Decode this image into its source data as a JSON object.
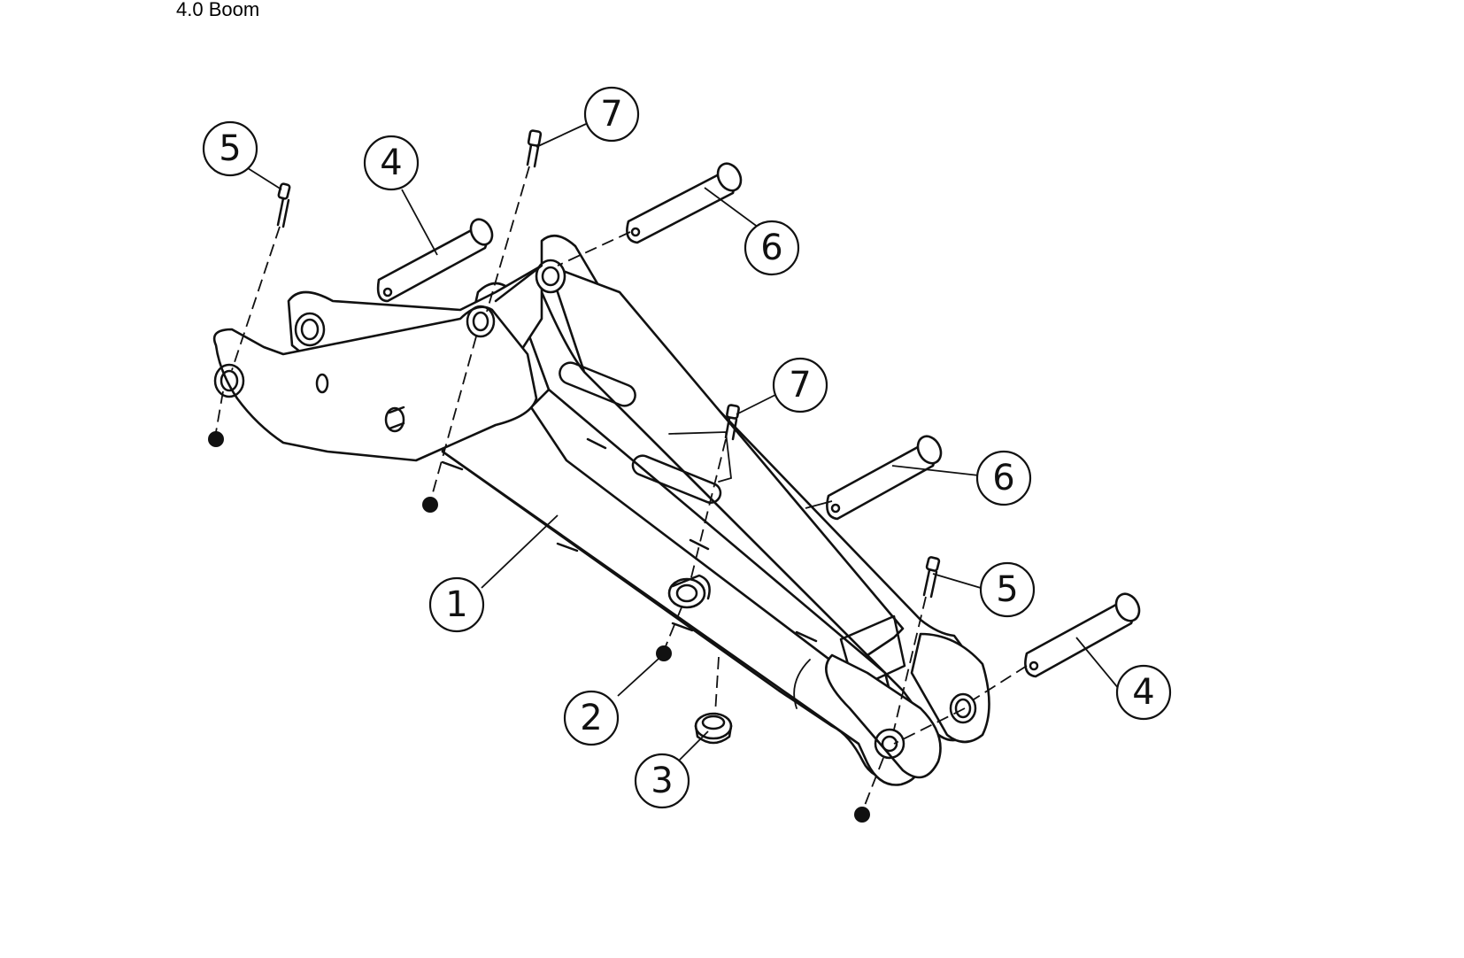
{
  "title": "4.0 Boom",
  "callouts": [
    {
      "id": "c1",
      "label": "1"
    },
    {
      "id": "c2",
      "label": "2"
    },
    {
      "id": "c3",
      "label": "3"
    },
    {
      "id": "c4a",
      "label": "4"
    },
    {
      "id": "c4b",
      "label": "4"
    },
    {
      "id": "c5a",
      "label": "5"
    },
    {
      "id": "c5b",
      "label": "5"
    },
    {
      "id": "c6a",
      "label": "6"
    },
    {
      "id": "c6b",
      "label": "6"
    },
    {
      "id": "c7a",
      "label": "7"
    },
    {
      "id": "c7b",
      "label": "7"
    }
  ]
}
